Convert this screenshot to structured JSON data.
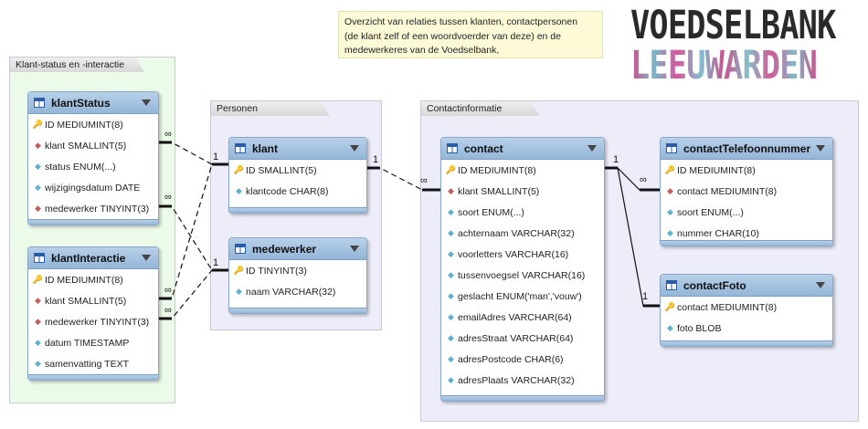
{
  "note": {
    "text": "Overzicht van relaties tussen klanten, contactpersonen\n(de klant zelf of een woordvoerder van deze) en de\nmedewerkeres van de Voedselbank,"
  },
  "logo": {
    "line1": "VOEDSELBANK",
    "line2": "LEEUWARDEN"
  },
  "groups": {
    "klant": {
      "title": "Klant-status en -interactie"
    },
    "personen": {
      "title": "Personen"
    },
    "contact": {
      "title": "Contactinformatie"
    }
  },
  "tables": {
    "klantStatus": {
      "name": "klantStatus",
      "columns": [
        {
          "key": "pk",
          "label": "ID MEDIUMINT(8)"
        },
        {
          "key": "fk",
          "label": "klant SMALLINT(5)"
        },
        {
          "key": "at",
          "label": "status ENUM(...)"
        },
        {
          "key": "at",
          "label": "wijzigingsdatum DATE"
        },
        {
          "key": "fk",
          "label": "medewerker TINYINT(3)"
        }
      ]
    },
    "klantInteractie": {
      "name": "klantInteractie",
      "columns": [
        {
          "key": "pk",
          "label": "ID MEDIUMINT(8)"
        },
        {
          "key": "fk",
          "label": "klant SMALLINT(5)"
        },
        {
          "key": "fk",
          "label": "medewerker TINYINT(3)"
        },
        {
          "key": "at",
          "label": "datum TIMESTAMP"
        },
        {
          "key": "at",
          "label": "samenvatting TEXT"
        }
      ]
    },
    "klant": {
      "name": "klant",
      "columns": [
        {
          "key": "pk",
          "label": "ID SMALLINT(5)"
        },
        {
          "key": "at",
          "label": "klantcode CHAR(8)"
        }
      ]
    },
    "medewerker": {
      "name": "medewerker",
      "columns": [
        {
          "key": "pk",
          "label": "ID TINYINT(3)"
        },
        {
          "key": "at",
          "label": "naam VARCHAR(32)"
        }
      ]
    },
    "contact": {
      "name": "contact",
      "columns": [
        {
          "key": "pk",
          "label": "ID MEDIUMINT(8)"
        },
        {
          "key": "fk",
          "label": "klant SMALLINT(5)"
        },
        {
          "key": "at",
          "label": "soort ENUM(...)"
        },
        {
          "key": "at",
          "label": "achternaam VARCHAR(32)"
        },
        {
          "key": "at",
          "label": "voorletters VARCHAR(16)"
        },
        {
          "key": "at",
          "label": "tussenvoegsel VARCHAR(16)"
        },
        {
          "key": "at",
          "label": "geslacht ENUM('man','vouw')"
        },
        {
          "key": "at",
          "label": "emailAdres VARCHAR(64)"
        },
        {
          "key": "at",
          "label": "adresStraat VARCHAR(64)"
        },
        {
          "key": "at",
          "label": "adresPostcode CHAR(6)"
        },
        {
          "key": "at",
          "label": "adresPlaats VARCHAR(32)"
        }
      ]
    },
    "contactTelefoonnummer": {
      "name": "contactTelefoonnummer",
      "columns": [
        {
          "key": "pk",
          "label": "ID MEDIUMINT(8)"
        },
        {
          "key": "fk",
          "label": "contact MEDIUMINT(8)"
        },
        {
          "key": "at",
          "label": "soort ENUM(...)"
        },
        {
          "key": "at",
          "label": "nummer CHAR(10)"
        }
      ]
    },
    "contactFoto": {
      "name": "contactFoto",
      "columns": [
        {
          "key": "pk",
          "label": "contact MEDIUMINT(8)"
        },
        {
          "key": "at",
          "label": "foto BLOB"
        }
      ]
    }
  },
  "icons": {
    "pk": "key-icon",
    "fk": "foreign-key-diamond-icon",
    "at": "attribute-diamond-icon"
  },
  "cardinality": {
    "one": "1",
    "many": "∞"
  }
}
